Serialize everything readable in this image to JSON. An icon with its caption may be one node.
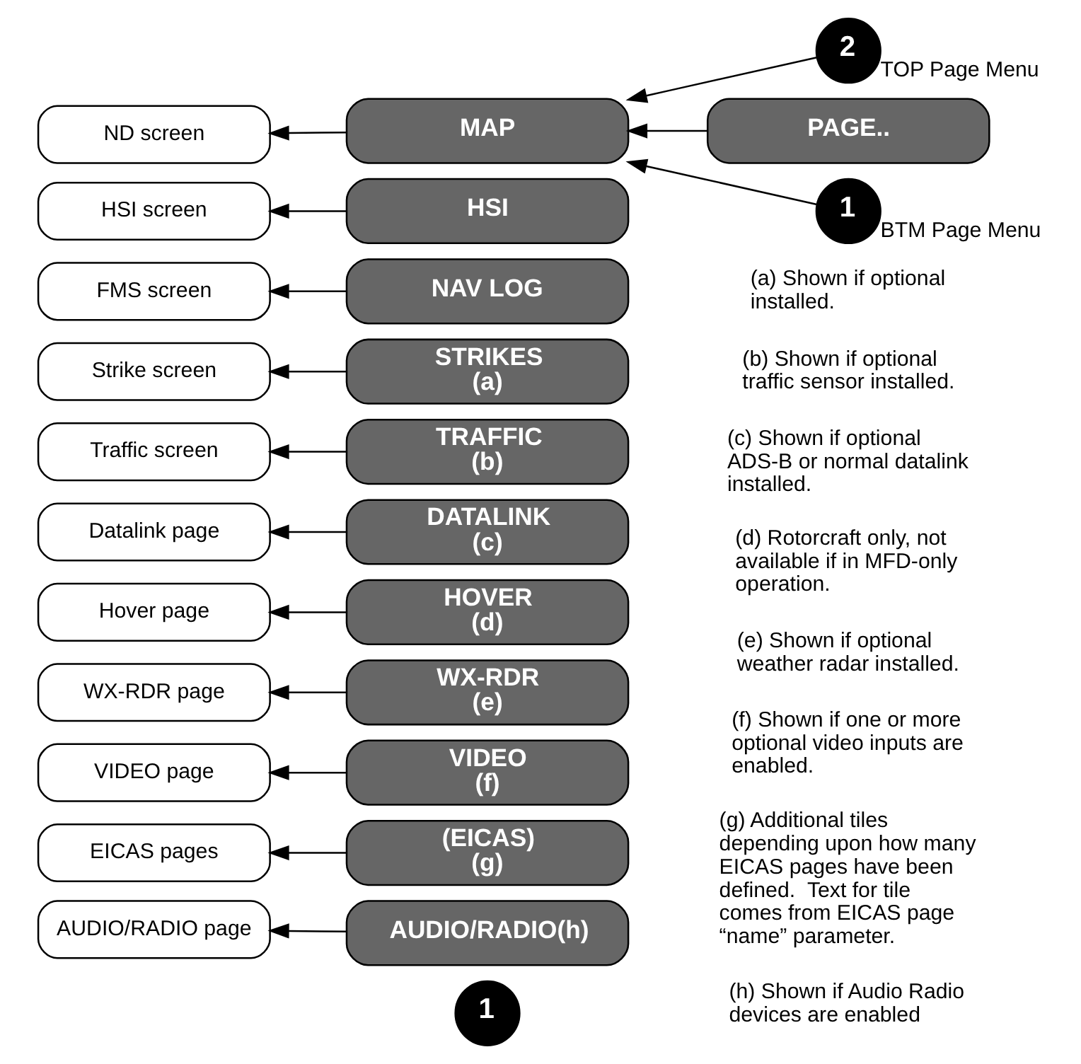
{
  "diagram": {
    "nodes": [
      {
        "text": [
          "2"
        ],
        "beside": [
          "TOP Page Menu"
        ]
      },
      {
        "text": [
          "PAGE.."
        ]
      },
      {
        "text": [
          "1"
        ],
        "beside": [
          "BTM Page Menu"
        ]
      },
      {
        "text": [
          "MAP"
        ]
      },
      {
        "text": [
          "HSI"
        ]
      },
      {
        "text": [
          "NAV LOG"
        ]
      },
      {
        "text": [
          "STRIKES",
          "(a)"
        ]
      },
      {
        "text": [
          "TRAFFIC",
          "(b)"
        ]
      },
      {
        "text": [
          "DATALINK",
          "(c)"
        ]
      },
      {
        "text": [
          "HOVER",
          "(d)"
        ]
      },
      {
        "text": [
          "WX-RDR",
          "(e)"
        ]
      },
      {
        "text": [
          "VIDEO",
          "(f)"
        ]
      },
      {
        "text": [
          "(EICAS)",
          "(g)"
        ]
      },
      {
        "text": [
          "AUDIO/RADIO(h)"
        ]
      },
      {
        "text": [
          "1"
        ]
      },
      {
        "text": [
          "ND screen"
        ]
      },
      {
        "text": [
          "HSI screen"
        ]
      },
      {
        "text": [
          "FMS screen"
        ]
      },
      {
        "text": [
          "Strike screen"
        ]
      },
      {
        "text": [
          "Traffic screen"
        ]
      },
      {
        "text": [
          "Datalink page"
        ]
      },
      {
        "text": [
          "Hover page"
        ]
      },
      {
        "text": [
          "WX-RDR page"
        ]
      },
      {
        "text": [
          "VIDEO page"
        ]
      },
      {
        "text": [
          "EICAS pages"
        ]
      },
      {
        "text": [
          "AUDIO/RADIO page"
        ]
      }
    ],
    "edges": [
      {
        "from": 0,
        "to": 3,
        "arrow": "to"
      },
      {
        "from": 1,
        "to": 3,
        "arrow": "to"
      },
      {
        "from": 2,
        "to": 3,
        "arrow": "to"
      },
      {
        "from": 3,
        "to": 15,
        "arrow": "to"
      },
      {
        "from": 4,
        "to": 16,
        "arrow": "to"
      },
      {
        "from": 5,
        "to": 17,
        "arrow": "to"
      },
      {
        "from": 6,
        "to": 18,
        "arrow": "to"
      },
      {
        "from": 7,
        "to": 19,
        "arrow": "to"
      },
      {
        "from": 8,
        "to": 20,
        "arrow": "to"
      },
      {
        "from": 9,
        "to": 21,
        "arrow": "to"
      },
      {
        "from": 10,
        "to": 22,
        "arrow": "to"
      },
      {
        "from": 11,
        "to": 23,
        "arrow": "to"
      },
      {
        "from": 12,
        "to": 24,
        "arrow": "to"
      },
      {
        "from": 13,
        "to": 25,
        "arrow": "to"
      }
    ],
    "labels": [
      "(a) Shown if optional installed.",
      "(b) Shown if optional traffic sensor installed.",
      "(c) Shown if optional ADS-B or normal datalink installed.",
      "(d) Rotorcraft only, not available if in MFD-only operation.",
      "(e) Shown if optional weather radar installed.",
      "(f) Shown if one or more optional video inputs are enabled.",
      "(g) Additional tiles depending upon how many EICAS pages have been defined.  Text for tile comes from EICAS page “name” parameter.",
      "(h) Shown if Audio Radio devices are enabled"
    ]
  }
}
